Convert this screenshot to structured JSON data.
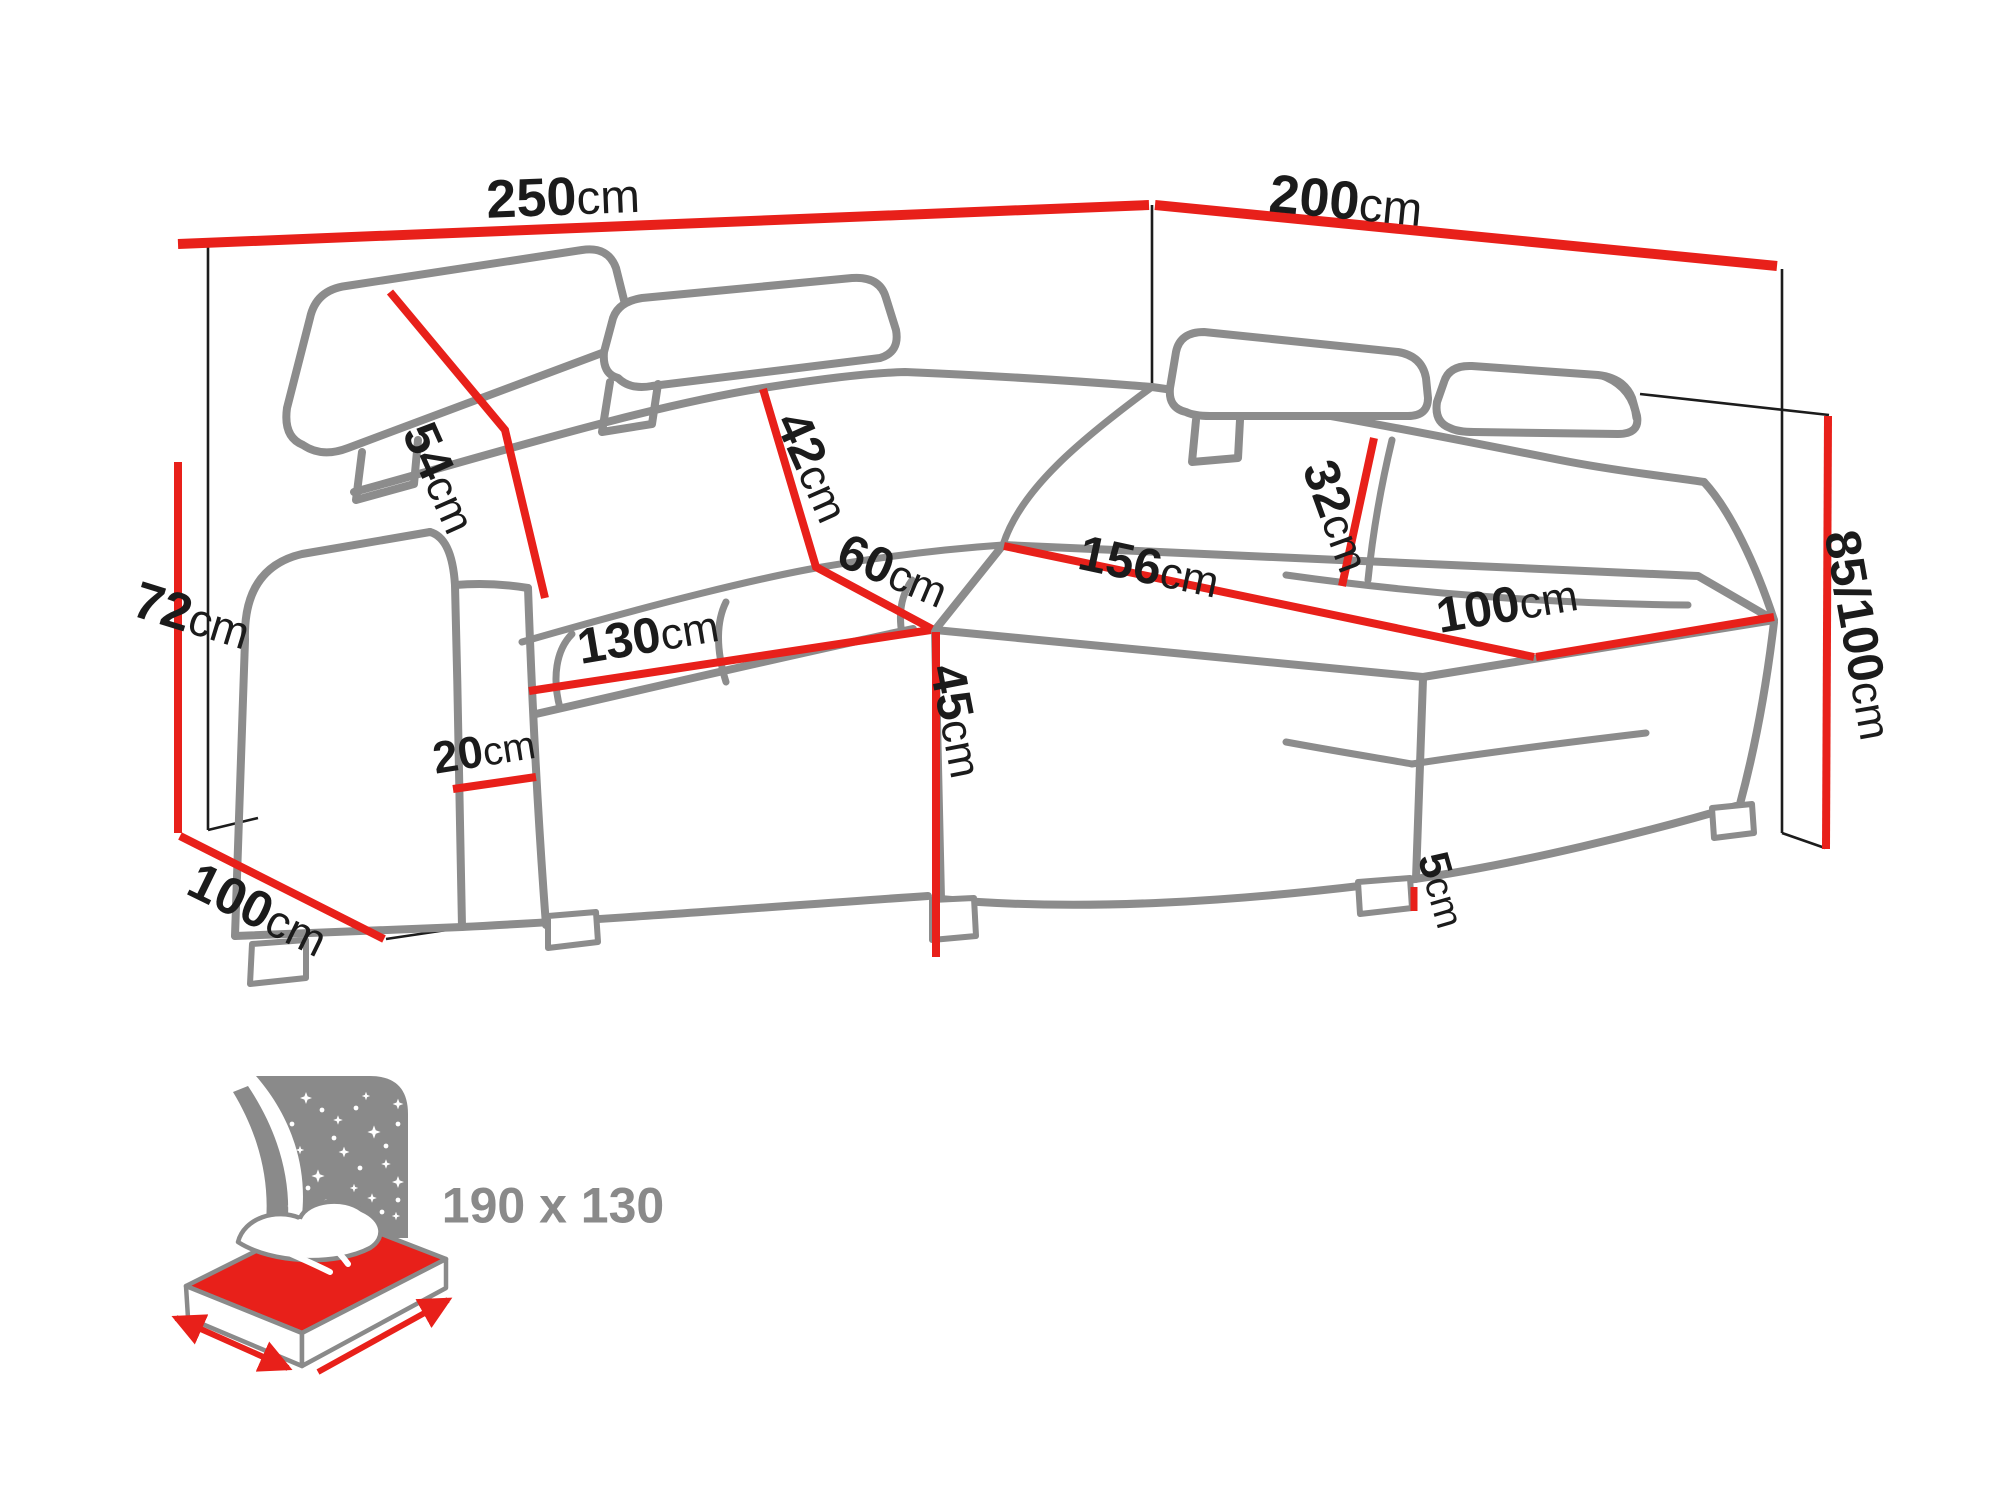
{
  "diagram": {
    "kind": "corner-sofa dimension drawing",
    "dimensions": {
      "wall_left": {
        "value": "250",
        "unit": "cm"
      },
      "wall_right": {
        "value": "200",
        "unit": "cm"
      },
      "side_height": {
        "value": "72",
        "unit": "cm"
      },
      "side_depth": {
        "value": "100",
        "unit": "cm"
      },
      "headrest_left": {
        "value": "54",
        "unit": "cm"
      },
      "backrest_mid": {
        "value": "42",
        "unit": "cm"
      },
      "seat_depth": {
        "value": "60",
        "unit": "cm"
      },
      "seat_width": {
        "value": "130",
        "unit": "cm"
      },
      "armrest_width": {
        "value": "20",
        "unit": "cm"
      },
      "seat_height": {
        "value": "45",
        "unit": "cm"
      },
      "chaise_length": {
        "value": "156",
        "unit": "cm"
      },
      "headrest_right": {
        "value": "32",
        "unit": "cm"
      },
      "chaise_width": {
        "value": "100",
        "unit": "cm"
      },
      "back_height": {
        "value": "85/100",
        "unit": "cm"
      },
      "leg_height": {
        "value": "5",
        "unit": "cm"
      }
    },
    "sleeping_area": {
      "size": "190 x 130"
    },
    "colors": {
      "dimension_line": "#e8201a",
      "sofa_outline": "#8c8c8c",
      "frame_line": "#1c1c1c",
      "label_text": "#1b1b1b",
      "icon_gray": "#8a8a8a"
    }
  }
}
